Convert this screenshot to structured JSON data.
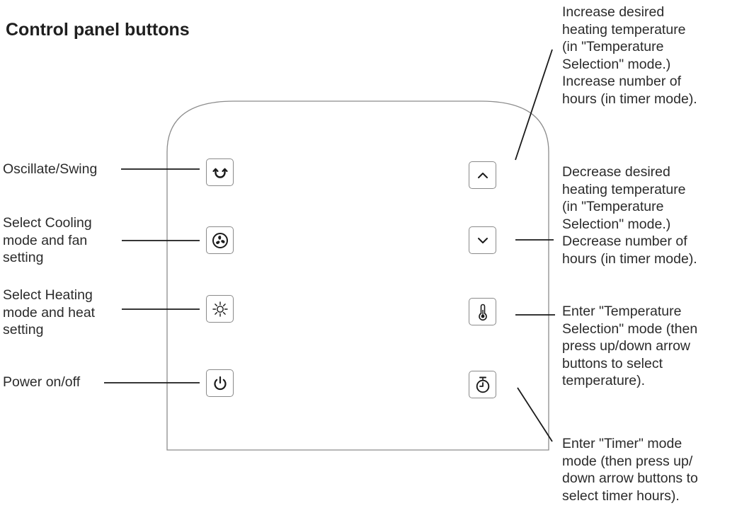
{
  "title": "Control panel buttons",
  "left_labels": {
    "oscillate": "Oscillate/Swing",
    "cooling": [
      "Select Cooling",
      "mode and fan",
      "setting"
    ],
    "heating": [
      "Select Heating",
      "mode and heat",
      "setting"
    ],
    "power": "Power on/off"
  },
  "right_labels": {
    "up": [
      "Increase desired",
      "heating temperature",
      "(in \"Temperature",
      "Selection\" mode.)",
      "Increase number of",
      "hours (in timer mode)."
    ],
    "down": [
      "Decrease desired",
      "heating temperature",
      "(in \"Temperature",
      "Selection\" mode.)",
      "Decrease number of",
      "hours (in timer mode)."
    ],
    "temperature": [
      "Enter \"Temperature",
      "Selection\" mode (then",
      "press up/down arrow",
      "buttons to select",
      "temperature)."
    ],
    "timer": [
      "Enter \"Timer\" mode",
      "mode (then press up/",
      "down arrow buttons to",
      "select timer hours)."
    ]
  },
  "buttons": {
    "oscillate": "oscillate-icon",
    "fan": "fan-icon",
    "heat": "sun-icon",
    "power": "power-icon",
    "up": "chevron-up-icon",
    "down": "chevron-down-icon",
    "temperature": "thermometer-icon",
    "timer": "timer-icon"
  }
}
